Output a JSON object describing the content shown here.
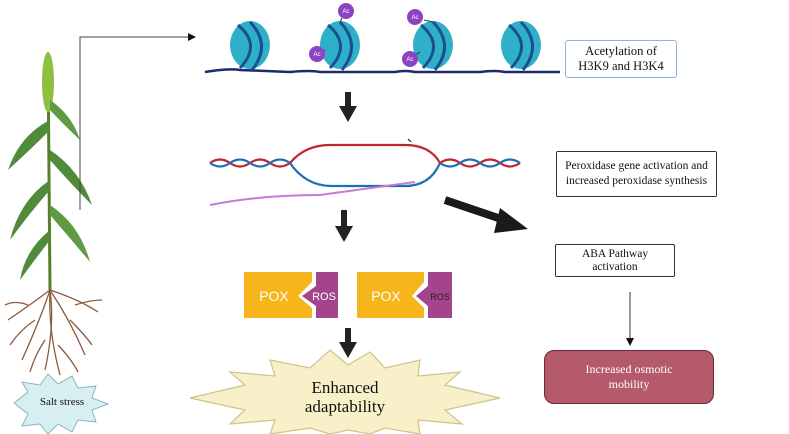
{
  "labels": {
    "acetylation": "Acetylation of H3K9 and H3K4",
    "peroxidase": "Peroxidase gene activation and increased peroxidase synthesis",
    "aba": "ABA Pathway activation",
    "osmotic": "Increased osmotic mobility",
    "salt_stress": "Salt stress",
    "enhanced": "Enhanced adaptability",
    "ac": "Ac",
    "pox": "POX",
    "ros": "ROS"
  },
  "colors": {
    "nucleosome": "#2fb0c9",
    "nucleosome_band": "#1b4f8f",
    "dna": "#1f2a6e",
    "acetyl": "#8e44c2",
    "strand_red": "#c0262e",
    "strand_blue": "#1f6fb5",
    "rna": "#c67ad8",
    "pox": "#f5b51b",
    "ros": "#a4448c",
    "osmotic_box": "#b55a6b",
    "burst": "#f7f0c8",
    "salt_burst": "#d7eff0",
    "acet_box_border": "#8fb3d9",
    "plant_leaf": "#4f8b3a",
    "plant_head": "#8fbf3f",
    "root": "#8b5b3d"
  },
  "icons": {
    "nucleosomes": "nucleosome-icon",
    "plant": "plant-icon",
    "dna": "dna-icon",
    "arrows": "arrow-icon"
  }
}
